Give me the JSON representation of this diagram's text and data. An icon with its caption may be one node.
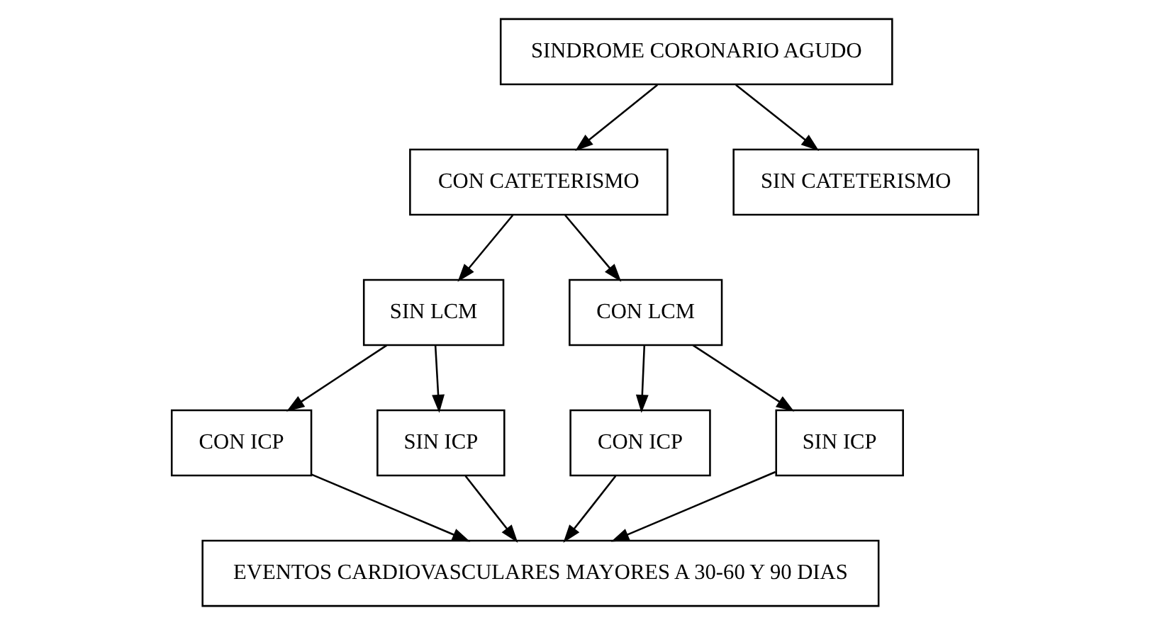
{
  "diagram": {
    "nodes": [
      {
        "text": [
          "SINDROME CORONARIO AGUDO"
        ]
      },
      {
        "text": [
          "CON CATETERISMO"
        ]
      },
      {
        "text": [
          "SIN CATETERISMO"
        ]
      },
      {
        "text": [
          "SIN LCM"
        ]
      },
      {
        "text": [
          "CON LCM"
        ]
      },
      {
        "text": [
          "CON ICP"
        ]
      },
      {
        "text": [
          "SIN ICP"
        ]
      },
      {
        "text": [
          "CON ICP"
        ]
      },
      {
        "text": [
          "SIN ICP"
        ]
      },
      {
        "text": [
          "EVENTOS CARDIOVASCULARES MAYORES A 30-60 Y 90 DIAS"
        ]
      }
    ],
    "edges": [
      {
        "from": 0,
        "to": 1,
        "arrow": "to"
      },
      {
        "from": 0,
        "to": 2,
        "arrow": "to"
      },
      {
        "from": 1,
        "to": 3,
        "arrow": "to"
      },
      {
        "from": 1,
        "to": 4,
        "arrow": "to"
      },
      {
        "from": 3,
        "to": 5,
        "arrow": "to"
      },
      {
        "from": 3,
        "to": 6,
        "arrow": "to"
      },
      {
        "from": 4,
        "to": 7,
        "arrow": "to"
      },
      {
        "from": 4,
        "to": 8,
        "arrow": "to"
      },
      {
        "from": 5,
        "to": 9,
        "arrow": "to"
      },
      {
        "from": 6,
        "to": 9,
        "arrow": "to"
      },
      {
        "from": 7,
        "to": 9,
        "arrow": "to"
      },
      {
        "from": 8,
        "to": 9,
        "arrow": "to"
      }
    ]
  }
}
